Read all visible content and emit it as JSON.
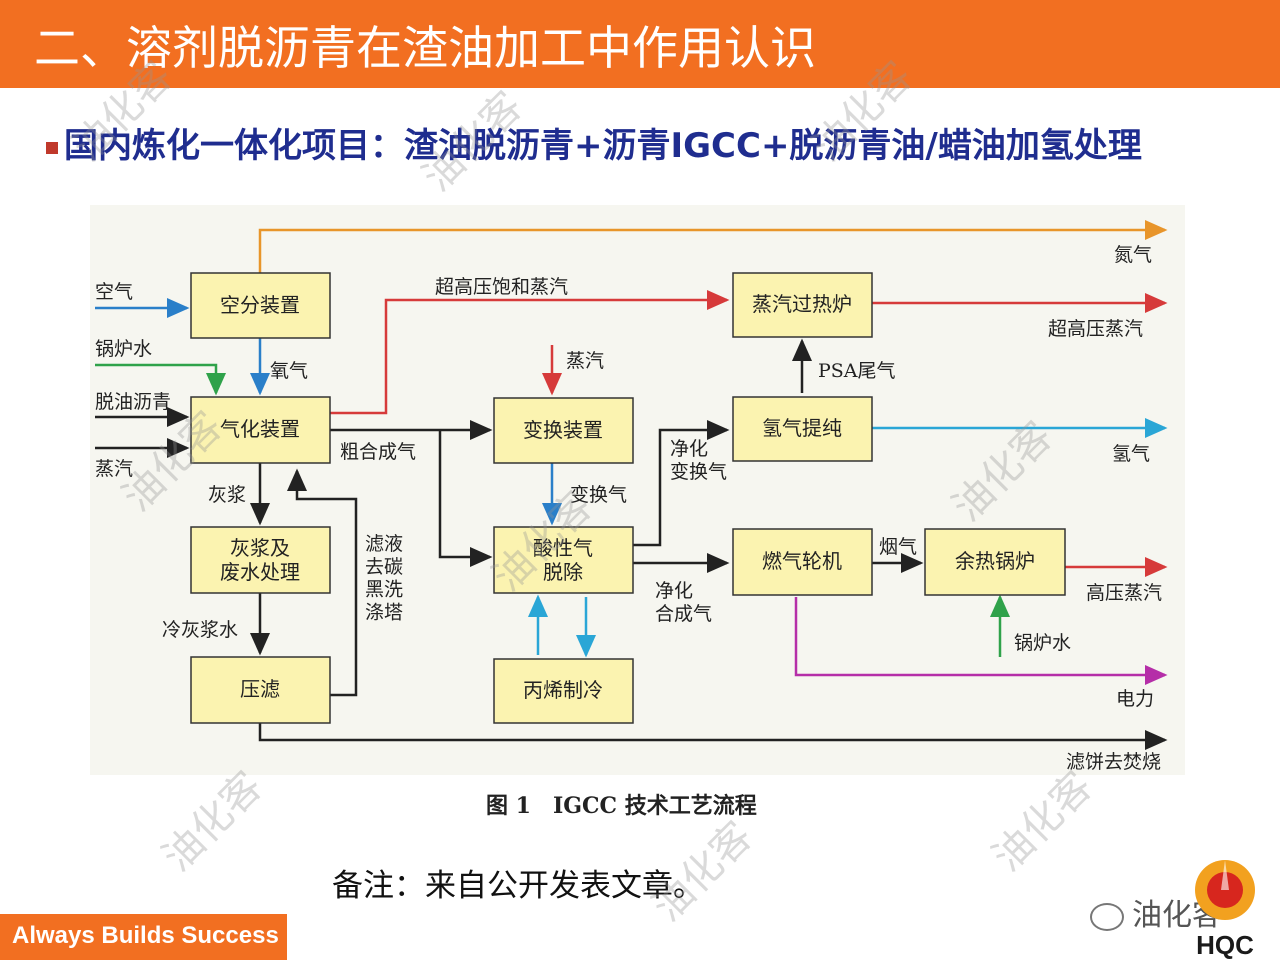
{
  "header": {
    "title": "二、溶剂脱沥青在渣油加工中作用认识"
  },
  "bullet": {
    "text": "国内炼化一体化项目：渣油脱沥青+沥青IGCC+脱沥青油/蜡油加氢处理"
  },
  "diagram": {
    "boxes": {
      "air_sep": "空分装置",
      "gasifier": "气化装置",
      "ash": "灰浆及\n废水处理",
      "filter": "压滤",
      "shift": "变换装置",
      "acid": "酸性气\n脱除",
      "propylene": "丙烯制冷",
      "superheater": "蒸汽过热炉",
      "h2_purify": "氢气提纯",
      "turbine": "燃气轮机",
      "hrsg": "余热锅炉"
    },
    "labels": {
      "air": "空气",
      "boiler_water_in": "锅炉水",
      "deasphalted": "脱油沥青",
      "steam_in": "蒸汽",
      "oxygen": "氧气",
      "ash_slurry": "灰浆",
      "cold_ash_water": "冷灰浆水",
      "filtrate": "滤液\n去碳\n黑洗\n涤塔",
      "crude_syngas": "粗合成气",
      "steam_shift": "蒸汽",
      "shifted_gas": "变换气",
      "purified_shift": "净化\n变换气",
      "purified_syngas": "净化\n合成气",
      "uhp_saturated": "超高压饱和蒸汽",
      "psa_tail": "PSA尾气",
      "flue_gas": "烟气",
      "boiler_water_hrsg": "锅炉水",
      "nitrogen": "氮气",
      "uhp_steam": "超高压蒸汽",
      "hydrogen": "氢气",
      "hp_steam": "高压蒸汽",
      "power": "电力",
      "filter_cake": "滤饼去焚烧"
    }
  },
  "caption": "图 1　IGCC 技术工艺流程",
  "note": "备注：来自公开发表文章。",
  "footer": {
    "slogan": "Always Builds Success"
  },
  "wechat": {
    "name": "油化客"
  },
  "logo": {
    "text": "HQC"
  },
  "watermark": {
    "text": "油化客"
  },
  "colors": {
    "accent": "#f26f21",
    "box_fill": "#fbf3b0",
    "title_blue": "#1f2d8f"
  }
}
